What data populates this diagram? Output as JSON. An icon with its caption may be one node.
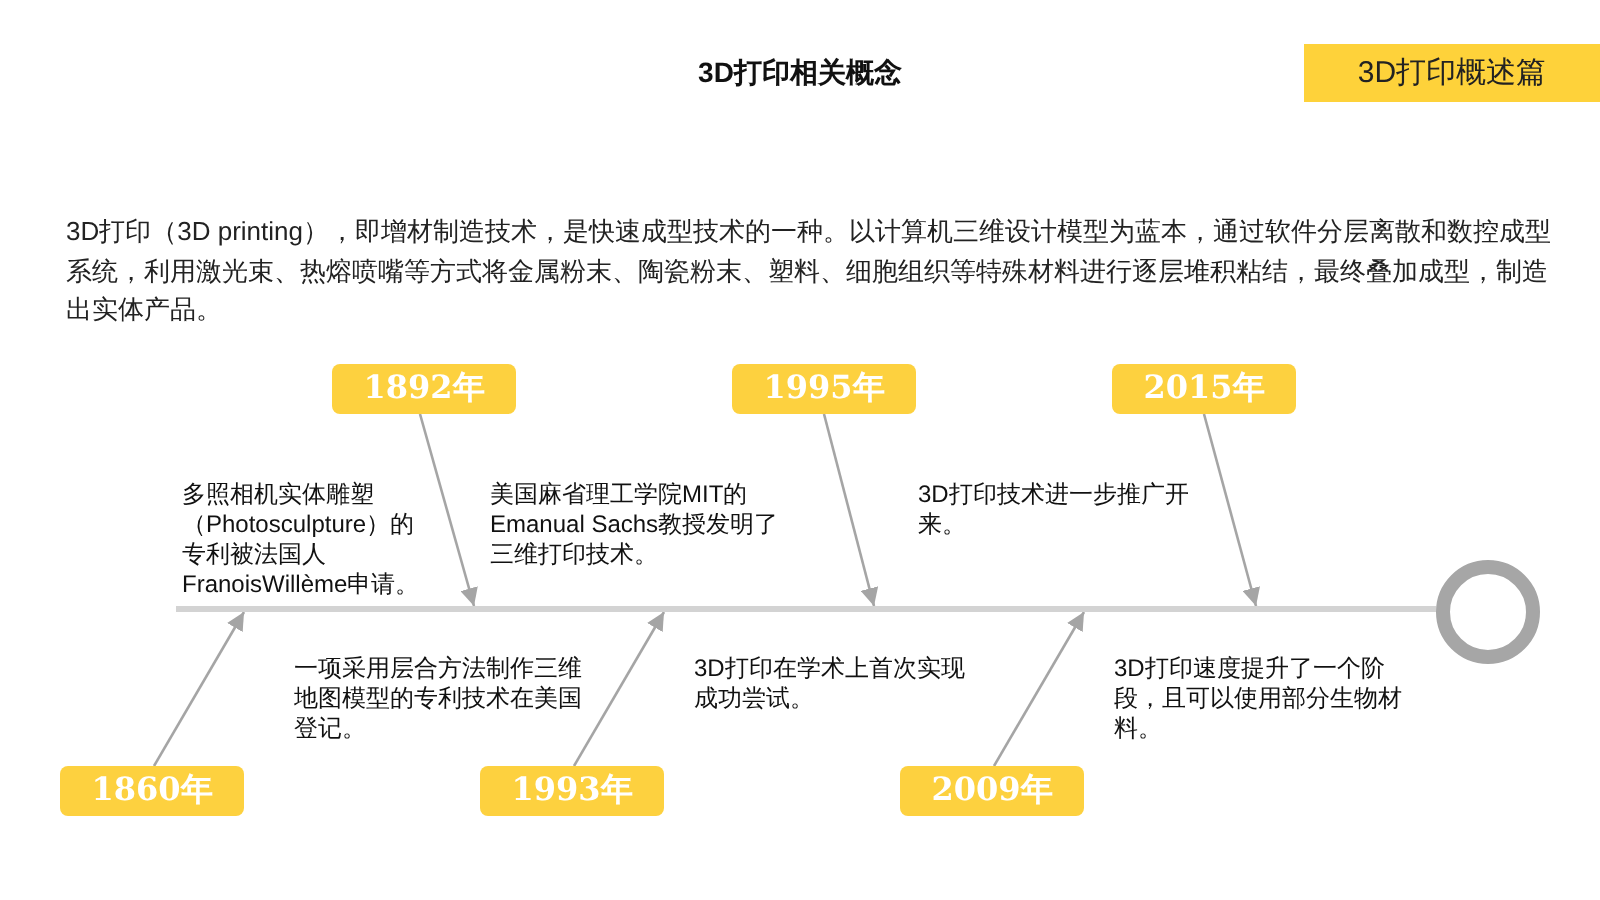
{
  "diagram": {
    "title": "3D打印相关概念",
    "nodes": [
      {
        "text": [
          "3D打印概述篇"
        ]
      },
      {
        "text": [
          "1892年"
        ]
      },
      {
        "text": [
          "1995年"
        ]
      },
      {
        "text": [
          "2015年"
        ]
      },
      {
        "text": [],
        "shape": "bar"
      },
      {
        "text": [],
        "shape": "circle"
      },
      {
        "text": [
          "1860年"
        ]
      },
      {
        "text": [
          "1993年"
        ]
      },
      {
        "text": [
          "2009年"
        ]
      }
    ],
    "edges": [
      {
        "from": 1,
        "to": 4,
        "arrow": "to"
      },
      {
        "from": 2,
        "to": 4,
        "arrow": "to"
      },
      {
        "from": 3,
        "to": 4,
        "arrow": "to"
      },
      {
        "from": 6,
        "to": 4,
        "arrow": "to"
      },
      {
        "from": 7,
        "to": 4,
        "arrow": "to"
      },
      {
        "from": 8,
        "to": 4,
        "arrow": "to"
      }
    ],
    "labels": [
      "3D打印（3D printing），即增材制造技术，是快速成型技术的一种。以计算机三维设计模型为蓝本，通过软件分层离散和数控成型系统，利用激光束、热熔喷嘴等方式将金属粉末、陶瓷粉末、塑料、细胞组织等特殊材料进行逐层堆积粘结，最终叠加成型，制造出实体产品。",
      "多照相机实体雕塑（Photosculpture）的专利被法国人FranoisWillème申请。",
      "美国麻省理工学院MIT的Emanual Sachs教授发明了三维打印技术。",
      "3D打印技术进一步推广开来。",
      "一项采用层合方法制作三维地图模型的专利技术在美国登记。",
      "3D打印在学术上首次实现成功尝试。",
      "3D打印速度提升了一个阶段，且可以使用部分生物材料。"
    ]
  }
}
